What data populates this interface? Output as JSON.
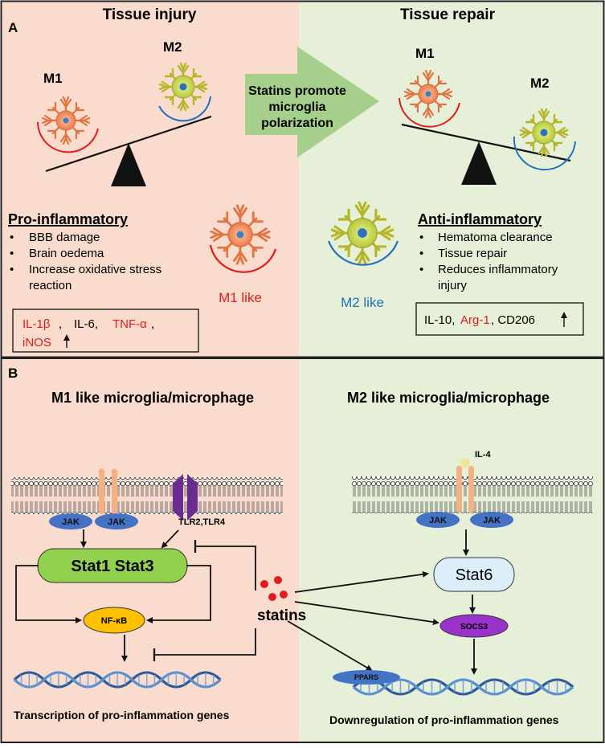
{
  "colors": {
    "injury_bg": "#f9dccd",
    "repair_bg": "#e6f0d8",
    "red": "#e21b1b",
    "blue": "#1f6fbf",
    "arrow_green": "#a5cf8a",
    "jak": "#4472c4",
    "stat1": "#92d050",
    "stat6": "#ddeefb",
    "nfkb": "#ffc000",
    "socs3": "#9933cc",
    "tlr": "#6a2c91",
    "receptor": "#f4b183"
  },
  "panel_a": {
    "letter": "A",
    "injury_title": "Tissue injury",
    "repair_title": "Tissue repair",
    "arrow_text": [
      "Statins promote",
      "microglia",
      "polarization"
    ],
    "left_m1": "M1",
    "left_m2": "M2",
    "right_m1": "M1",
    "right_m2": "M2",
    "m1_like": "M1 like",
    "m2_like": "M2 like",
    "pro_heading": "Pro-inflammatory",
    "pro_items": [
      "BBB damage",
      "Brain oedema",
      "Increase oxidative stress",
      "reaction"
    ],
    "anti_heading": "Anti-inflammatory",
    "anti_items": [
      "Hematoma clearance",
      "Tissue repair",
      "Reduces inflammatory",
      "injury"
    ],
    "pro_box": {
      "il1b": "IL-1β",
      "comma1": ",",
      "il6": "IL-6,",
      "tnfa": "TNF-α",
      "comma2": ",",
      "inos": "iNOS"
    },
    "anti_box": {
      "il10": "IL-10,",
      "arg1": "Arg-1",
      "cd206": ", CD206"
    }
  },
  "panel_b": {
    "letter": "B",
    "m1_title": "M1 like microglia/microphage",
    "m2_title": "M2 like microglia/microphage",
    "jak": "JAK",
    "tlr": "TLR2,TLR4",
    "il4": "IL-4",
    "stat13": "Stat1 Stat3",
    "stat6": "Stat6",
    "nfkb": "NF-κB",
    "socs3": "SOCS3",
    "ppars": "PPARS",
    "statins": "statins",
    "m1_caption": "Transcription of pro-inflammation genes",
    "m2_caption": "Downregulation of pro-inflammation genes"
  }
}
